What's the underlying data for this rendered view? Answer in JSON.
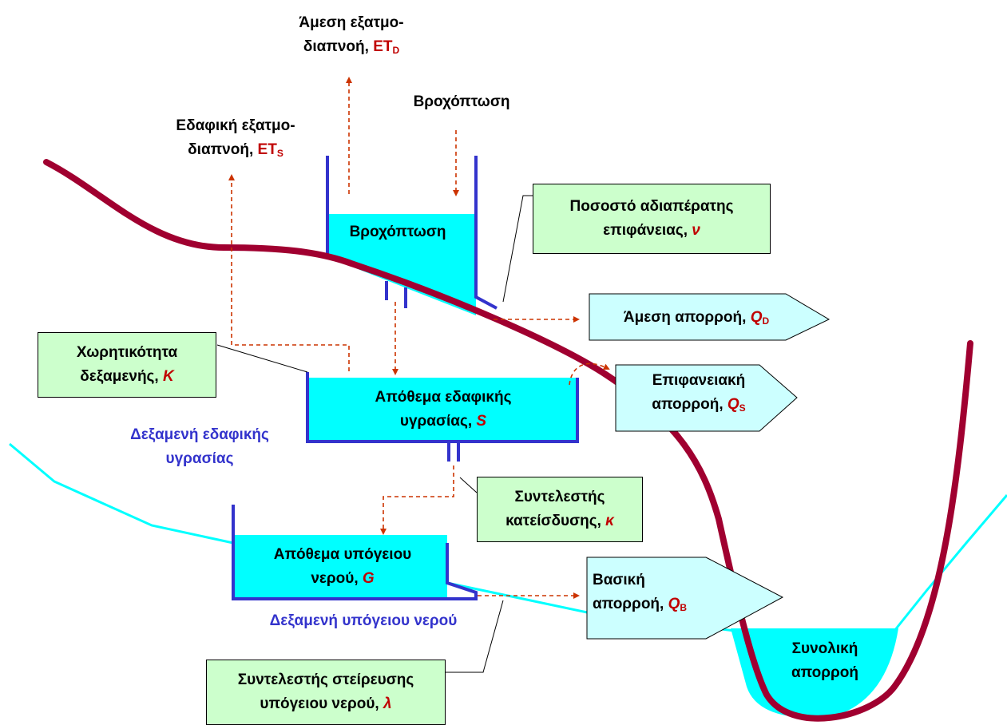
{
  "top_labels": {
    "direct_et_line1": "Άμεση εξατμο-",
    "direct_et_line2": "διαπνοή, ",
    "direct_et_sym": "ET",
    "direct_et_sub": "D",
    "rainfall": "Βροχόπτωση",
    "soil_et_line1": "Εδαφική εξατμο-",
    "soil_et_line2": "διαπνοή, ",
    "soil_et_sym": "ET",
    "soil_et_sub": "S"
  },
  "tanks": {
    "surface_tank_label": "Βροχόπτωση",
    "soil_tank_line1": "Απόθεμα εδαφικής",
    "soil_tank_line2": "υγρασίας, ",
    "soil_tank_sym": "S",
    "soil_tank_name_line1": "Δεξαμενή εδαφικής",
    "soil_tank_name_line2": "υγρασίας",
    "ground_tank_line1": "Απόθεμα υπόγειου",
    "ground_tank_line2": "νερού, ",
    "ground_tank_sym": "G",
    "ground_tank_name": "Δεξαμενή υπόγειου νερού",
    "total_line1": "Συνολική",
    "total_line2": "απορροή"
  },
  "param_boxes": {
    "impervious_line1": "Ποσοστό αδιαπέρατης",
    "impervious_line2": "επιφάνειας, ",
    "impervious_sym": "ν",
    "capacity_line1": "Χωρητικότητα",
    "capacity_line2": "δεξαμενής, ",
    "capacity_sym": "K",
    "percolation_line1": "Συντελεστής",
    "percolation_line2": "κατείσδυσης, ",
    "percolation_sym": "κ",
    "recession_line1": "Συντελεστής στείρευσης",
    "recession_line2": "υπόγειου νερού, ",
    "recession_sym": "λ"
  },
  "flow_arrows": {
    "direct_runoff": "Άμεση απορροή, ",
    "direct_runoff_sym": "Q",
    "direct_runoff_sub": "D",
    "surface_runoff_line1": "Επιφανειακή",
    "surface_runoff_line2": "απορροή, ",
    "surface_runoff_sym": "Q",
    "surface_runoff_sub": "S",
    "base_runoff_line1": "Βασική",
    "base_runoff_line2": "απορροή, ",
    "base_runoff_sym": "Q",
    "base_runoff_sub": "B"
  },
  "colors": {
    "water": "#00ffff",
    "tank_wall": "#3333cc",
    "terrain": "#a00030",
    "arrow": "#cc3300",
    "param_box": "#ccffcc",
    "flow_box": "#ccffff",
    "symbol": "#c00000"
  }
}
